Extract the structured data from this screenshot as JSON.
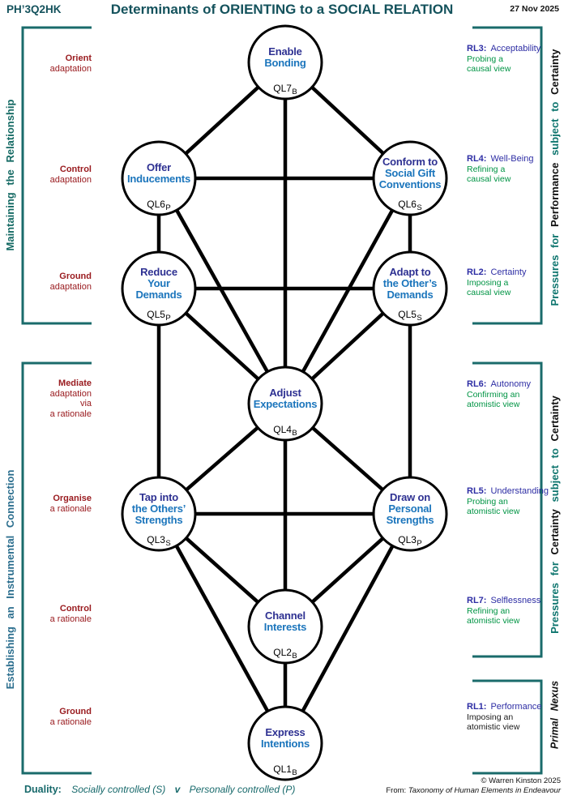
{
  "colors": {
    "teal": "#14525c",
    "teal_rotated": "#0e756e",
    "steel_blue": "#2b6e8e",
    "maroon": "#9a1c20",
    "indigo": "#2e3192",
    "azure": "#1b75bc",
    "rl_blue": "#2d2da4",
    "green": "#009444",
    "line": "#000000"
  },
  "header": {
    "code": "PH’3Q2HK",
    "title": "Determinants of ORIENTING to a SOCIAL RELATION",
    "date": "27 Nov 2025"
  },
  "left_rotated": [
    {
      "text": "Maintaining the Relationship"
    },
    {
      "text": "Establishing an Instrumental Connection"
    }
  ],
  "right_rotated": [
    {
      "pre": "Pressures for ",
      "k1": "Performance",
      "mid": " subject to ",
      "k2": "Certainty"
    },
    {
      "pre": "Pressures for ",
      "k1": "Certainty",
      "mid": " subject to ",
      "k2": "Certainty"
    },
    {
      "text": "Primal Nexus"
    }
  ],
  "left_labels": [
    {
      "title": "Orient",
      "sub": "adaptation"
    },
    {
      "title": "Control",
      "sub": "adaptation"
    },
    {
      "title": "Ground",
      "sub": "adaptation"
    },
    {
      "title": "Mediate",
      "sub": "adaptation\nvia\na rationale"
    },
    {
      "title": "Organise",
      "sub": "a rationale"
    },
    {
      "title": "Control",
      "sub": "a rationale"
    },
    {
      "title": "Ground",
      "sub": "a rationale"
    }
  ],
  "right_labels": [
    {
      "rl": "RL3:",
      "name": "Acceptability",
      "sub": "Probing a\ncausal view"
    },
    {
      "rl": "RL4:",
      "name": "Well-Being",
      "sub": "Refining a\ncausal view"
    },
    {
      "rl": "RL2:",
      "name": "Certainty",
      "sub": "Imposing a\ncausal view"
    },
    {
      "rl": "RL6:",
      "name": "Autonomy",
      "sub": "Confirming an\natomistic view"
    },
    {
      "rl": "RL5:",
      "name": "Understanding",
      "sub": "Probing an\natomistic view"
    },
    {
      "rl": "RL7:",
      "name": "Selflessness",
      "sub": "Refining an\natomistic view"
    },
    {
      "rl": "RL1:",
      "name": "Performance",
      "sub": "Imposing an\natomistic view"
    }
  ],
  "nodes": [
    {
      "line1": "Enable",
      "rest": "Bonding",
      "ql": "QL7",
      "sub": "B"
    },
    {
      "line1": "Offer",
      "rest": "Inducements",
      "ql": "QL6",
      "sub": "P"
    },
    {
      "line1": "Conform to",
      "rest": "Social Gift\nConventions",
      "ql": "QL6",
      "sub": "S"
    },
    {
      "line1": "Reduce",
      "rest": "Your\nDemands",
      "ql": "QL5",
      "sub": "P"
    },
    {
      "line1": "Adapt to",
      "rest": "the Other’s\nDemands",
      "ql": "QL5",
      "sub": "S"
    },
    {
      "line1": "Adjust",
      "rest": "Expectations",
      "ql": "QL4",
      "sub": "B"
    },
    {
      "line1": "Tap into",
      "rest": "the Others’\nStrengths",
      "ql": "QL3",
      "sub": "S"
    },
    {
      "line1": "Draw on",
      "rest": "Personal\nStrengths",
      "ql": "QL3",
      "sub": "P"
    },
    {
      "line1": "Channel",
      "rest": "Interests",
      "ql": "QL2",
      "sub": "B"
    },
    {
      "line1": "Express",
      "rest": "Intentions",
      "ql": "QL1",
      "sub": "B"
    }
  ],
  "footer": {
    "duality_label": "Duality:",
    "socially": "Socially controlled (S)",
    "versus": "v",
    "personally": "Personally controlled (P)",
    "copyright": "© Warren Kinston 2025",
    "from_label": "From:",
    "from_work": "Taxonomy of Human Elements in Endeavour"
  }
}
